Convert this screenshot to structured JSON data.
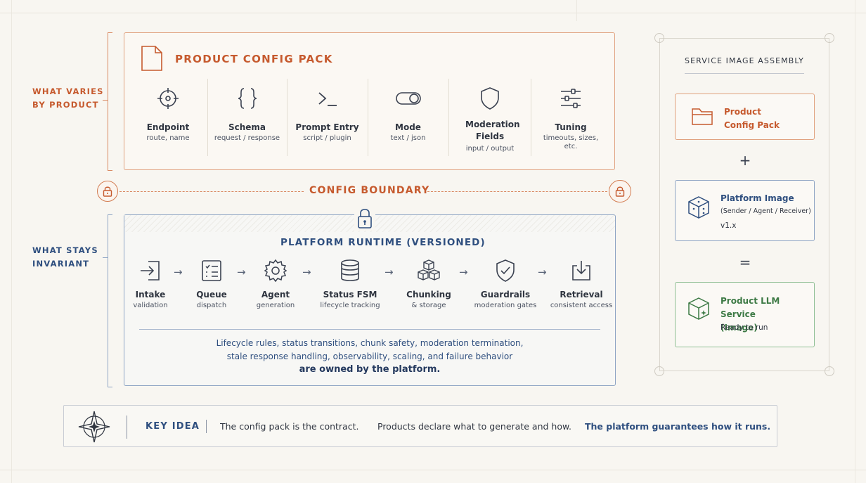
{
  "labels": {
    "varies": [
      "WHAT VARIES",
      "BY PRODUCT"
    ],
    "invariant": [
      "WHAT STAYS",
      "INVARIANT"
    ]
  },
  "config_pack": {
    "title": "PRODUCT CONFIG PACK",
    "items": [
      {
        "icon": "target-icon",
        "title": "Endpoint",
        "sub": [
          "route, name"
        ]
      },
      {
        "icon": "braces-icon",
        "title": "Schema",
        "sub": [
          "request / response"
        ]
      },
      {
        "icon": "terminal-prompt-icon",
        "title": "Prompt Entry",
        "sub": [
          "script / plugin"
        ]
      },
      {
        "icon": "toggle-icon",
        "title": "Mode",
        "sub": [
          "text / json"
        ]
      },
      {
        "icon": "shield-icon",
        "title": "Moderation Fields",
        "sub": [
          "input / output"
        ]
      },
      {
        "icon": "sliders-icon",
        "title": "Tuning",
        "sub": [
          "timeouts, sizes,",
          "etc."
        ]
      }
    ]
  },
  "boundary": {
    "label": "CONFIG BOUNDARY"
  },
  "runtime": {
    "title": "PLATFORM RUNTIME (VERSIONED)",
    "steps": [
      {
        "icon": "login-arrow-icon",
        "title": "Intake",
        "sub": "validation"
      },
      {
        "icon": "list-icon",
        "title": "Queue",
        "sub": "dispatch"
      },
      {
        "icon": "gear-icon",
        "title": "Agent",
        "sub": "generation"
      },
      {
        "icon": "database-icon",
        "title": "Status FSM",
        "sub": "lifecycle tracking"
      },
      {
        "icon": "cubes-icon",
        "title": "Chunking",
        "sub": "& storage"
      },
      {
        "icon": "shield-check-icon",
        "title": "Guardrails",
        "sub": "moderation gates"
      },
      {
        "icon": "download-tray-icon",
        "title": "Retrieval",
        "sub": "consistent access"
      }
    ],
    "note_line1": "Lifecycle rules, status transitions, chunk safety, moderation termination,",
    "note_line2": "stale response handling, observability, scaling, and failure behavior",
    "note_bold": "are owned by the platform."
  },
  "assembly": {
    "title": "SERVICE IMAGE ASSEMBLY",
    "pack_card": [
      "Product",
      "Config Pack"
    ],
    "plus": "+",
    "platform_card": {
      "title": "Platform Image",
      "sub": "(Sender / Agent / Receiver)",
      "version": "v1.x"
    },
    "equals": "=",
    "service_card": {
      "title": [
        "Product LLM Service",
        "(Image)"
      ],
      "sub": "Ready to run"
    }
  },
  "key_idea": {
    "label": "KEY IDEA",
    "text1": "The config pack is the contract.",
    "text2": "Products declare what to generate and how.",
    "text3": "The platform guarantees how it runs."
  },
  "colors": {
    "orange": "#c65a2e",
    "blue": "#2f4f7f",
    "green": "#3d7a45"
  }
}
